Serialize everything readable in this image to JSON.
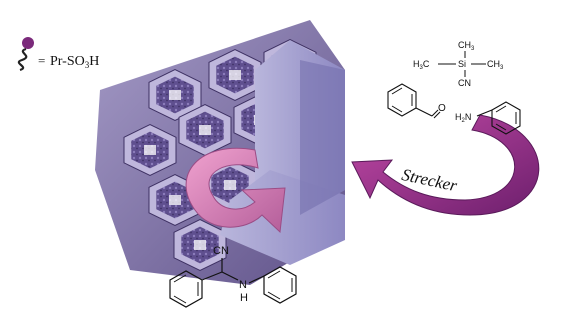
{
  "legend": {
    "equals": "=",
    "group_prefix": "Pr-SO",
    "group_sub": "3",
    "group_suffix": "H",
    "icon": "functional-group-chain-icon",
    "icon_color": "#7b2a7b"
  },
  "reaction": {
    "label": "Strecker",
    "arrow_color": "#8a2f8a"
  },
  "tmscn": {
    "top": "CH",
    "top_sub": "3",
    "left": "H",
    "left_sub": "3",
    "left_tail": "C",
    "si": "Si",
    "right": "CH",
    "right_sub": "3",
    "bottom": "CN"
  },
  "benzaldehyde": {
    "oxygen": "O"
  },
  "aniline": {
    "amine": "H",
    "amine_sub": "2",
    "amine_tail": "N"
  },
  "product": {
    "nitrile": "CN",
    "nh_n": "N",
    "nh_h": "H"
  },
  "material": {
    "name": "mesoporous-hexagonal-support",
    "color": "#6b5a9a"
  }
}
